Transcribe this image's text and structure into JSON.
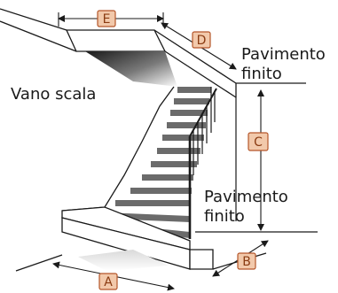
{
  "labels": {
    "stairwell": "Vano scala",
    "upper_floor_line1": "Pavimento",
    "upper_floor_line2": "finito",
    "lower_floor_line1": "Pavimento",
    "lower_floor_line2": "finito"
  },
  "dimensions": {
    "a": "A",
    "b": "B",
    "c": "C",
    "d": "D",
    "e": "E"
  },
  "colors": {
    "badge_fill": "#f2c9ab",
    "badge_stroke": "#b5562a",
    "badge_text": "#8a3b12",
    "step_tread": "#6b6b6b",
    "line": "#1a1a1a"
  }
}
